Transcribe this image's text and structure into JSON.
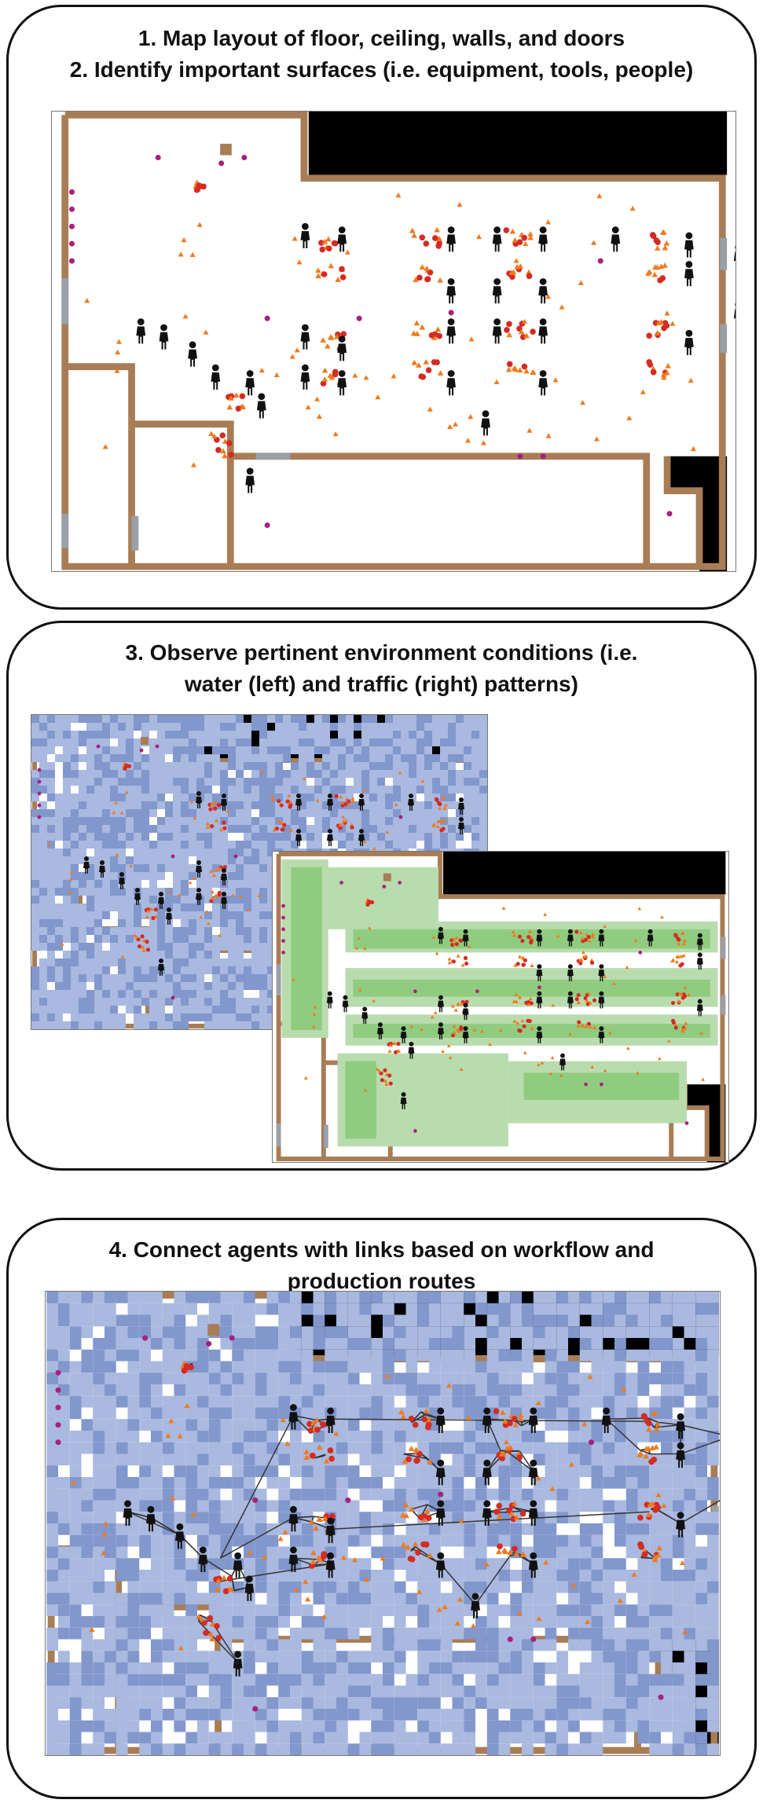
{
  "panels": [
    {
      "title_lines": [
        "1. Map layout of floor, ceiling, walls, and doors",
        "2. Identify important surfaces (i.e. equipment, tools, people)"
      ]
    },
    {
      "title_lines": [
        "3. Observe pertinent environment conditions (i.e.",
        "water (left) and traffic (right) patterns)"
      ]
    },
    {
      "title_lines": [
        "4. Connect agents with links based on workflow and",
        "production routes"
      ]
    }
  ],
  "colors": {
    "wall": "#a87d56",
    "obstacle": "#000000",
    "door": "#9aa0a8",
    "equipment_circle": "#d42b23",
    "tool_triangle": "#f07a1c",
    "surface_dot": "#a8207e",
    "person": "#111111",
    "water_light": "#a9b9df",
    "water_dark": "#8297cc",
    "traffic_light": "#b9dcae",
    "traffic_dark": "#8fcc7f",
    "link": "#333333"
  }
}
